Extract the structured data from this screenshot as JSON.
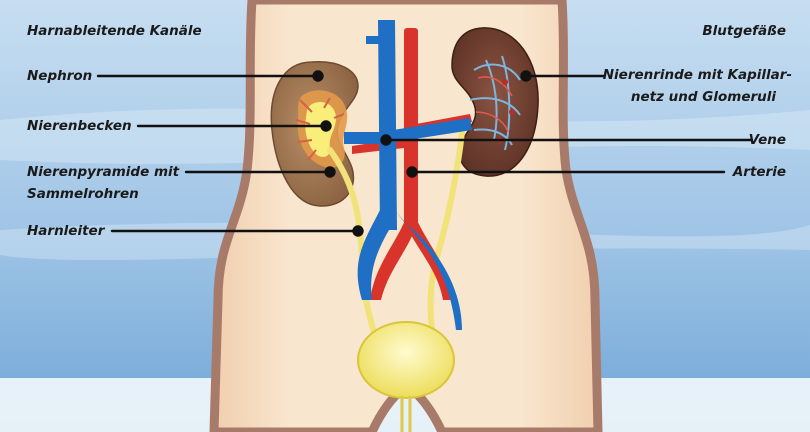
{
  "headings": {
    "left": "Harnableitende Kanäle",
    "right": "Blutgefäße"
  },
  "labels": {
    "nephron": "Nephron",
    "nierenbecken": "Nierenbecken",
    "nierenpyramide_line1": "Nierenpyramide mit",
    "nierenpyramide_line2": "Sammelrohren",
    "harnleiter": "Harnleiter",
    "nierenrinde_line1": "Nierenrinde mit Kapillar-",
    "nierenrinde_line2": "netz und Glomeruli",
    "vene": "Vene",
    "arterie": "Arterie"
  },
  "colors": {
    "sky_top": "#b9d7ee",
    "sky_bottom": "#6fa6d6",
    "body_fill": "#f7e1c6",
    "body_outline": "#a87a6a",
    "kidney_left": "#a9805a",
    "kidney_right": "#7a4a3a",
    "pelvis_yellow": "#f9ee7a",
    "vein_blue": "#1f6fc4",
    "artery_red": "#d9342b",
    "ureter_yellow": "#f1e27a",
    "bladder_yellow": "#f9f29a",
    "leader_line": "#111111"
  }
}
